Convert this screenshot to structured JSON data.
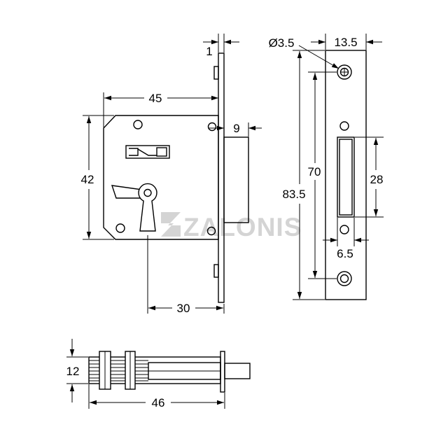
{
  "front_view": {
    "dim_forend_thickness": "1",
    "dim_case_width": "45",
    "dim_bolt_throw": "9",
    "dim_case_height": "42",
    "dim_keyhole_to_face": "30"
  },
  "forend_view": {
    "dim_screw_hole": "Ø3.5",
    "dim_forend_width": "13.5",
    "dim_screw_centres": "70",
    "dim_forend_length": "83.5",
    "dim_bolt_height": "28",
    "dim_bolt_width": "6.5"
  },
  "top_view": {
    "dim_case_thickness": "12",
    "dim_overall_depth": "46"
  },
  "watermark": {
    "text": "ZALONIS",
    "logo_icon": "zalonis-logo-icon"
  },
  "colors": {
    "line": "#000000",
    "watermark": "#d4d4d4",
    "background": "#ffffff"
  }
}
